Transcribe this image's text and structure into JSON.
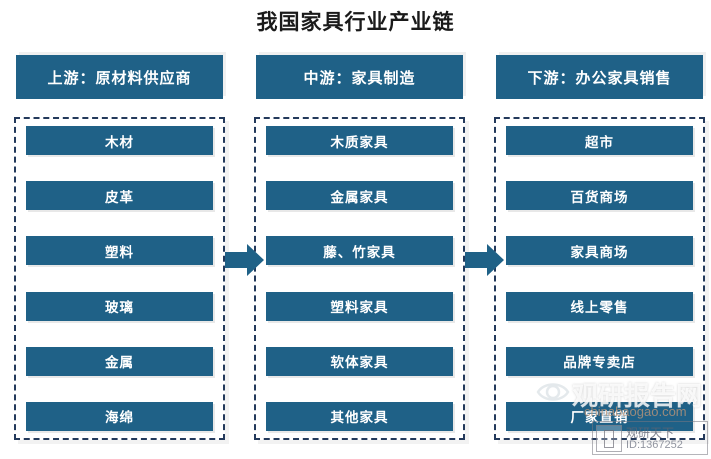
{
  "title": "我国家具行业产业链",
  "columns": [
    {
      "header": "上游：原材料供应商",
      "items": [
        {
          "label": "木材"
        },
        {
          "label": "皮革"
        },
        {
          "label": "塑料"
        },
        {
          "label": "玻璃"
        },
        {
          "label": "金属"
        },
        {
          "label": "海绵"
        }
      ]
    },
    {
      "header": "中游：家具制造",
      "items": [
        {
          "label": "木质家具"
        },
        {
          "label": "金属家具"
        },
        {
          "label": "藤、竹家具"
        },
        {
          "label": "塑料家具"
        },
        {
          "label": "软体家具"
        },
        {
          "label": "其他家具"
        }
      ]
    },
    {
      "header": "下游：办公家具销售",
      "items": [
        {
          "label": "超市"
        },
        {
          "label": "百货商场"
        },
        {
          "label": "家具商场"
        },
        {
          "label": "线上零售"
        },
        {
          "label": "品牌专卖店"
        },
        {
          "label": "厂家直销"
        }
      ]
    }
  ],
  "arrows": [
    {
      "direction": "right"
    },
    {
      "direction": "right"
    }
  ],
  "watermark": {
    "brand": "观研报告网",
    "url": "chinabaogao.com",
    "badge_title": "观研天下",
    "badge_id": "ID:1367252"
  },
  "colors": {
    "box_blue": "#1f6187",
    "dashed_border": "#23395b",
    "title_text": "#1a1a1a",
    "background": "#ffffff"
  }
}
